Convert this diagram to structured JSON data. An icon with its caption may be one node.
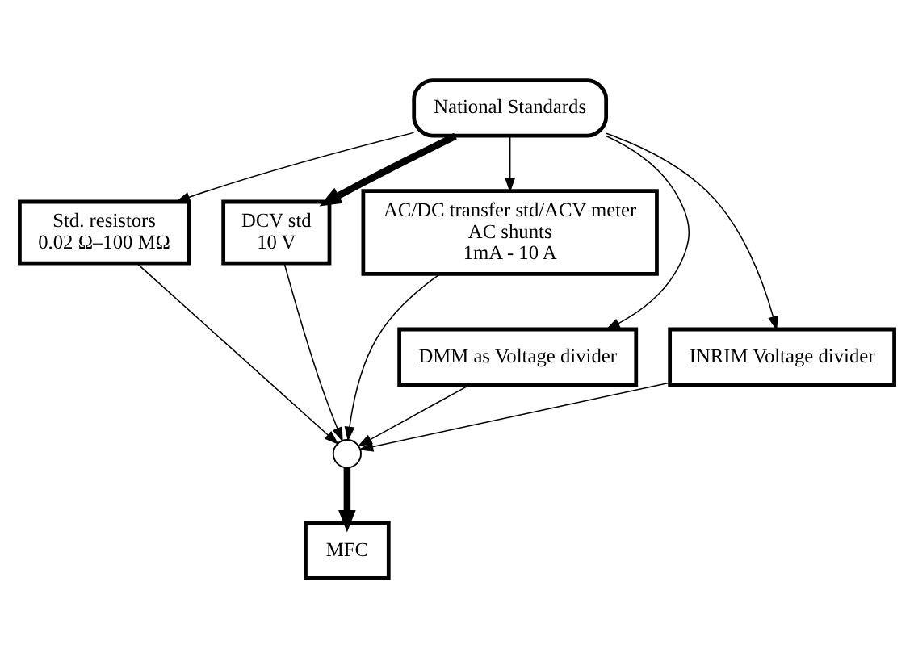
{
  "diagram": {
    "nodes": [
      {
        "text": [
          "National Standards"
        ]
      },
      {
        "text": [
          "Std. resistors",
          "0.02 Ω–100 MΩ"
        ]
      },
      {
        "text": [
          "DCV std",
          "10 V"
        ]
      },
      {
        "text": [
          "AC/DC transfer std/ACV meter",
          "AC shunts",
          "1mA - 10 A"
        ]
      },
      {
        "text": [
          "DMM as Voltage divider"
        ]
      },
      {
        "text": [
          "INRIM Voltage divider"
        ]
      },
      {
        "text": [],
        "shape": "circle"
      },
      {
        "text": [
          "MFC"
        ]
      }
    ],
    "edges": [
      {
        "from": 0,
        "to": 1,
        "arrow": "to"
      },
      {
        "from": 0,
        "to": 4,
        "arrow": "to"
      },
      {
        "from": 0,
        "to": 2,
        "arrow": "to",
        "style": "thick"
      },
      {
        "from": 0,
        "to": 5,
        "arrow": "to"
      },
      {
        "from": 0,
        "to": 3,
        "arrow": "to"
      },
      {
        "from": 1,
        "to": 6,
        "arrow": "to"
      },
      {
        "from": 4,
        "to": 6,
        "arrow": "to"
      },
      {
        "from": 2,
        "to": 6,
        "arrow": "to"
      },
      {
        "from": 5,
        "to": 6,
        "arrow": "to"
      },
      {
        "from": 3,
        "to": 6,
        "arrow": "to"
      },
      {
        "from": 6,
        "to": 7,
        "arrow": "to",
        "style": "thick"
      }
    ]
  }
}
